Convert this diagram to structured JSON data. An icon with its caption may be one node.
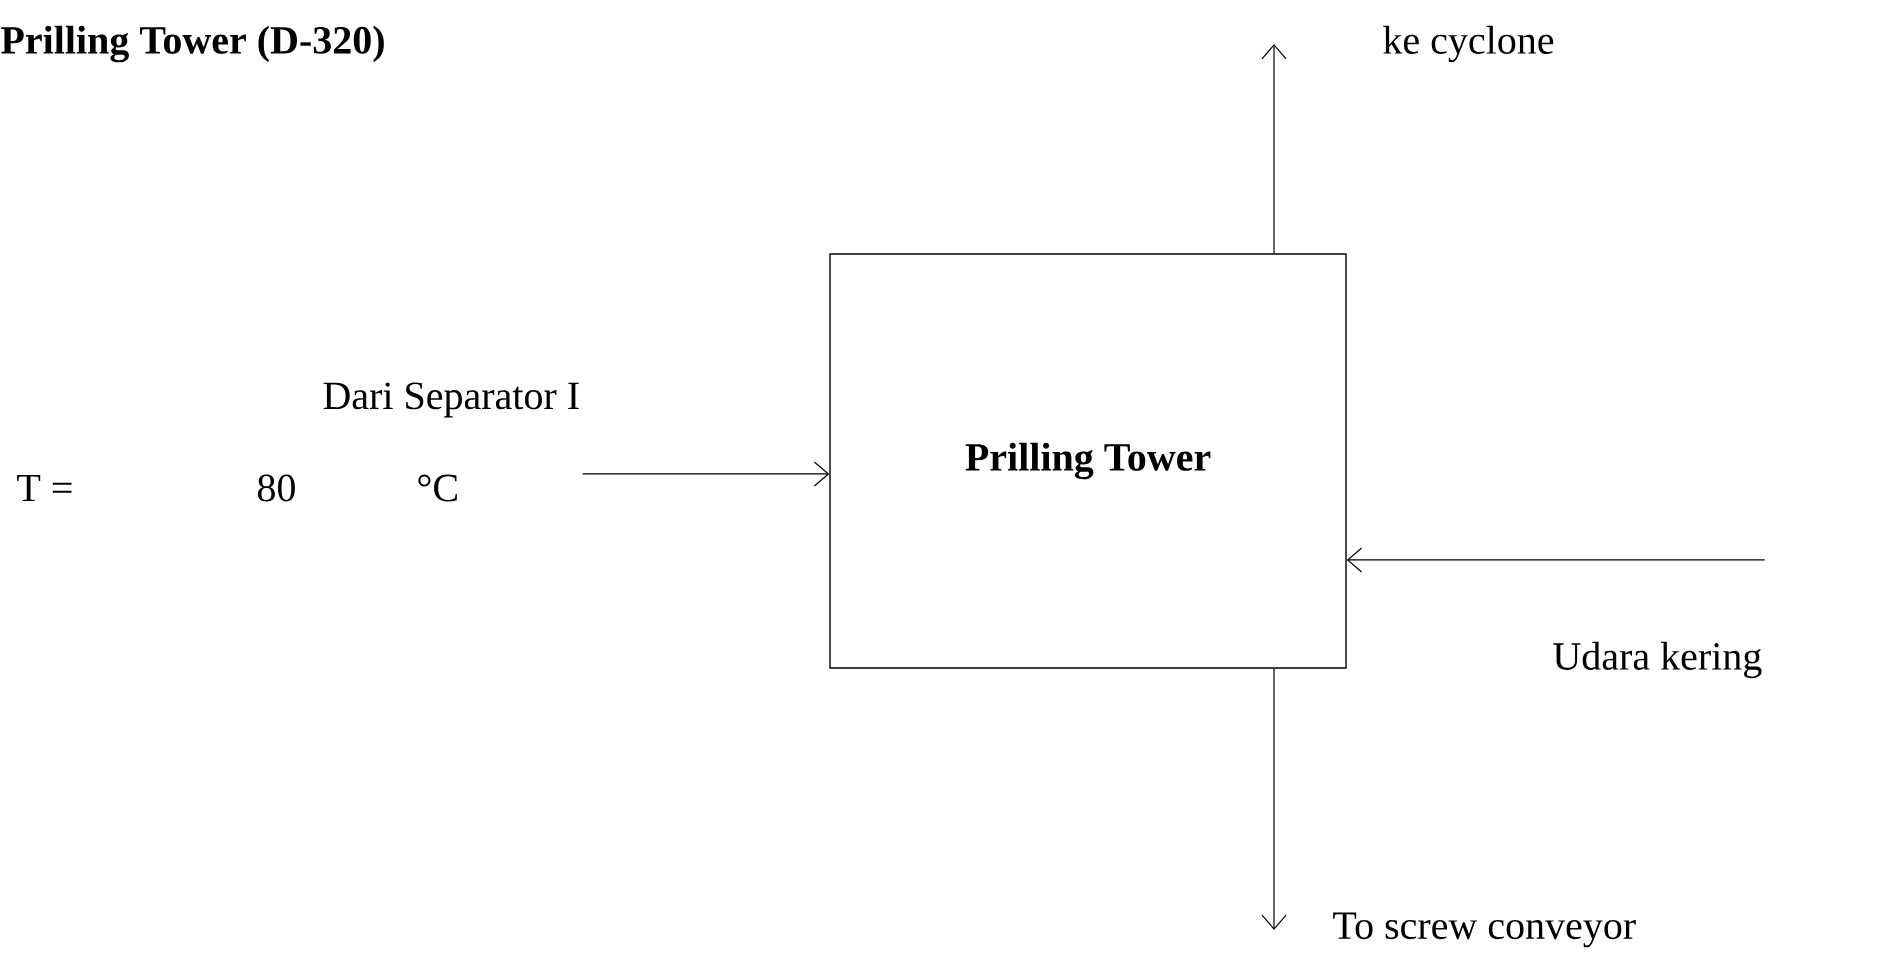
{
  "diagram": {
    "title": "Prilling Tower (D-320)",
    "nodes": [
      {
        "text": [
          "ke cyclone"
        ]
      },
      {
        "text": [
          "Dari Separator I"
        ]
      },
      {
        "text": [
          "Prilling Tower"
        ]
      },
      {
        "text": [
          "Udara kering"
        ]
      },
      {
        "text": [
          "To screw conveyor"
        ]
      }
    ],
    "edges": [
      {
        "from": 2,
        "to": 0,
        "arrow": "to"
      },
      {
        "from": 1,
        "to": 2,
        "arrow": "to"
      },
      {
        "from": 3,
        "to": 2,
        "arrow": "to"
      },
      {
        "from": 2,
        "to": 4,
        "arrow": "to"
      }
    ],
    "labels": [
      "T =",
      "80",
      "°C"
    ]
  }
}
